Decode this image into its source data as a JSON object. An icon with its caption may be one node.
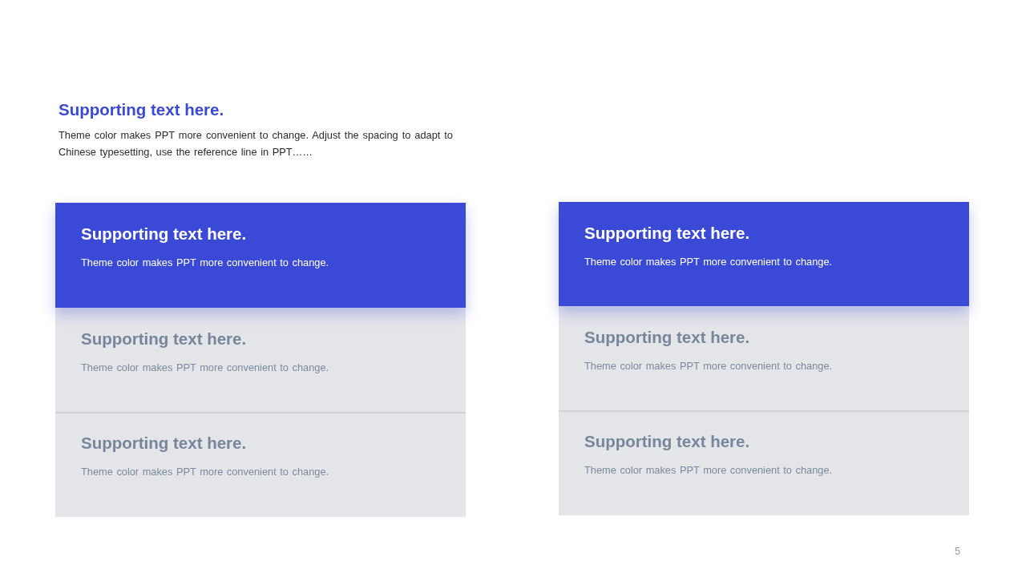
{
  "diagram": {
    "title": "Supporting text here.",
    "nodes": [
      {
        "text": [
          "Supporting text here.",
          "Theme color makes PPT more convenient to change."
        ]
      },
      {
        "text": [
          "Supporting text here.",
          "Theme color makes PPT more convenient to change."
        ]
      },
      {
        "text": [
          "Supporting text here.",
          "Theme color makes PPT more convenient to change."
        ]
      },
      {
        "text": [
          "Supporting text here.",
          "Theme color makes PPT more convenient to change."
        ]
      },
      {
        "text": [
          "Supporting text here.",
          "Theme color makes PPT more convenient to change."
        ]
      },
      {
        "text": [
          "Supporting text here.",
          "Theme color makes PPT more convenient to change."
        ]
      }
    ],
    "labels": [
      "Theme color makes PPT more convenient to change. Adjust the spacing to adapt to Chinese typesetting, use the reference line in PPT……",
      "5"
    ]
  }
}
